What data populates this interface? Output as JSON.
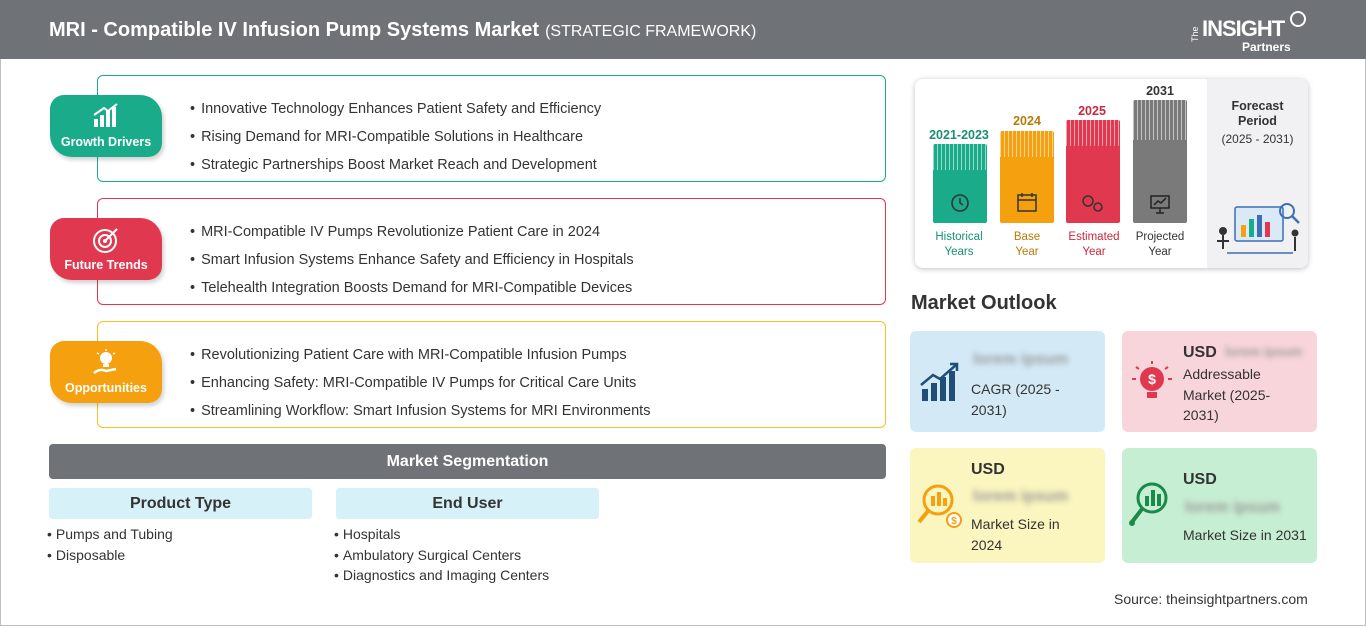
{
  "header": {
    "title": "MRI - Compatible IV Infusion Pump Systems Market",
    "subtitle": "(STRATEGIC FRAMEWORK)"
  },
  "logo": {
    "the": "The",
    "insight": "INSIGHT",
    "partners": "Partners"
  },
  "strategy": [
    {
      "label": "Growth Drivers",
      "color": "#1aab8a",
      "icon": "growth-chart-icon",
      "items": [
        "Innovative Technology Enhances Patient Safety and Efficiency",
        "Rising Demand for MRI-Compatible Solutions in Healthcare",
        "Strategic Partnerships Boost Market Reach and Development"
      ]
    },
    {
      "label": "Future Trends",
      "color": "#e0394f",
      "icon": "target-icon",
      "items": [
        "MRI-Compatible IV Pumps Revolutionize Patient Care in 2024",
        "Smart Infusion Systems Enhance Safety and Efficiency in Hospitals",
        "Telehealth Integration Boosts Demand for MRI-Compatible Devices"
      ]
    },
    {
      "label": "Opportunities",
      "color": "#f5a00f",
      "icon": "lightbulb-hand-icon",
      "items": [
        "Revolutionizing Patient Care with MRI-Compatible Infusion Pumps",
        "Enhancing Safety: MRI-Compatible IV Pumps for Critical Care Units",
        "Streamlining Workflow: Smart Infusion Systems for MRI Environments"
      ]
    }
  ],
  "segmentation": {
    "title": "Market Segmentation",
    "columns": [
      {
        "heading": "Product Type",
        "items": [
          "Pumps and Tubing",
          "Disposable"
        ]
      },
      {
        "heading": "End User",
        "items": [
          "Hospitals",
          "Ambulatory Surgical Centers",
          "Diagnostics and Imaging Centers"
        ]
      }
    ]
  },
  "timeline": {
    "periods": [
      {
        "year": "2021-2023",
        "caption": [
          "Historical",
          "Years"
        ],
        "color": "#1aab8a",
        "text_color": "#1a8f75",
        "icon": "history-icon"
      },
      {
        "year": "2024",
        "caption": [
          "Base",
          "Year"
        ],
        "color": "#f5a00f",
        "text_color": "#b87a0a",
        "icon": "calendar-icon"
      },
      {
        "year": "2025",
        "caption": [
          "Estimated",
          "Year"
        ],
        "color": "#e0394f",
        "text_color": "#c8283e",
        "icon": "gears-icon"
      },
      {
        "year": "2031",
        "caption": [
          "Projected",
          "Year"
        ],
        "color": "#7a7a7a",
        "text_color": "#333333",
        "icon": "presentation-icon"
      }
    ],
    "forecast": {
      "line1": "Forecast",
      "line2": "Period",
      "line3": "(2025 - 2031)"
    }
  },
  "outlook": {
    "title": "Market Outlook",
    "cards": [
      {
        "usd": "",
        "value": "lorem ipsum",
        "caption": [
          "CAGR (2025 -",
          "2031)"
        ],
        "bg": "#d3eaf6",
        "icon": "bar-growth-icon"
      },
      {
        "usd": "USD",
        "value": "lorem ipsum",
        "caption": [
          "Addressable",
          "Market (2025-",
          "2031)"
        ],
        "bg": "#f8d5da",
        "icon": "dollar-bulb-icon"
      },
      {
        "usd": "USD",
        "value": "lorem ipsum",
        "caption": [
          "Market Size in",
          "2024"
        ],
        "bg": "#fbf5bf",
        "icon": "magnifier-dollar-icon"
      },
      {
        "usd": "USD",
        "value": "lorem ipsum",
        "caption": [
          "Market Size in 2031"
        ],
        "bg": "#c6eed2",
        "icon": "magnifier-chart-icon"
      }
    ]
  },
  "source": "Source: theinsightpartners.com"
}
